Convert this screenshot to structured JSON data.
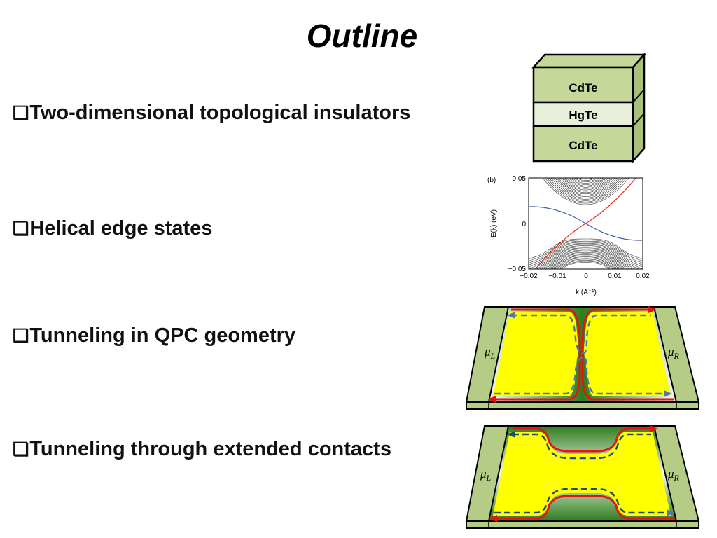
{
  "slide": {
    "title": "Outline",
    "bullet_glyph": "❑",
    "bullets": [
      "Two-dimensional topological insulators",
      "Helical edge states",
      "Tunneling in QPC geometry",
      "Tunneling through extended contacts"
    ]
  },
  "layers": {
    "top": "CdTe",
    "middle": "HgTe",
    "bottom": "CdTe",
    "colors": {
      "cdte": "#c5d89a",
      "hgte": "#e8efda"
    }
  },
  "band_plot": {
    "panel_label": "(b)",
    "ylabel": "E(k) (eV)",
    "xlabel": "k (A⁻¹)",
    "y_ticks": [
      "0.05",
      "0",
      "−0.05"
    ],
    "x_ticks": [
      "−0.02",
      "−0.01",
      "0",
      "0.01",
      "0.02"
    ],
    "edge_colors": {
      "red": "#e03020",
      "blue": "#3a5fb0"
    }
  },
  "qpc": {
    "mu_left": "μ",
    "mu_left_sub": "L",
    "mu_right": "μ",
    "mu_right_sub": "R"
  },
  "extended": {
    "mu_left": "μ",
    "mu_left_sub": "L",
    "mu_right": "μ",
    "mu_right_sub": "R"
  },
  "colors": {
    "contact": "#b5cc86",
    "sample": "#ffff00",
    "gate": "#2e7d1e",
    "edge_red": "#e8140c",
    "edge_dash": "#4a7ab0"
  }
}
